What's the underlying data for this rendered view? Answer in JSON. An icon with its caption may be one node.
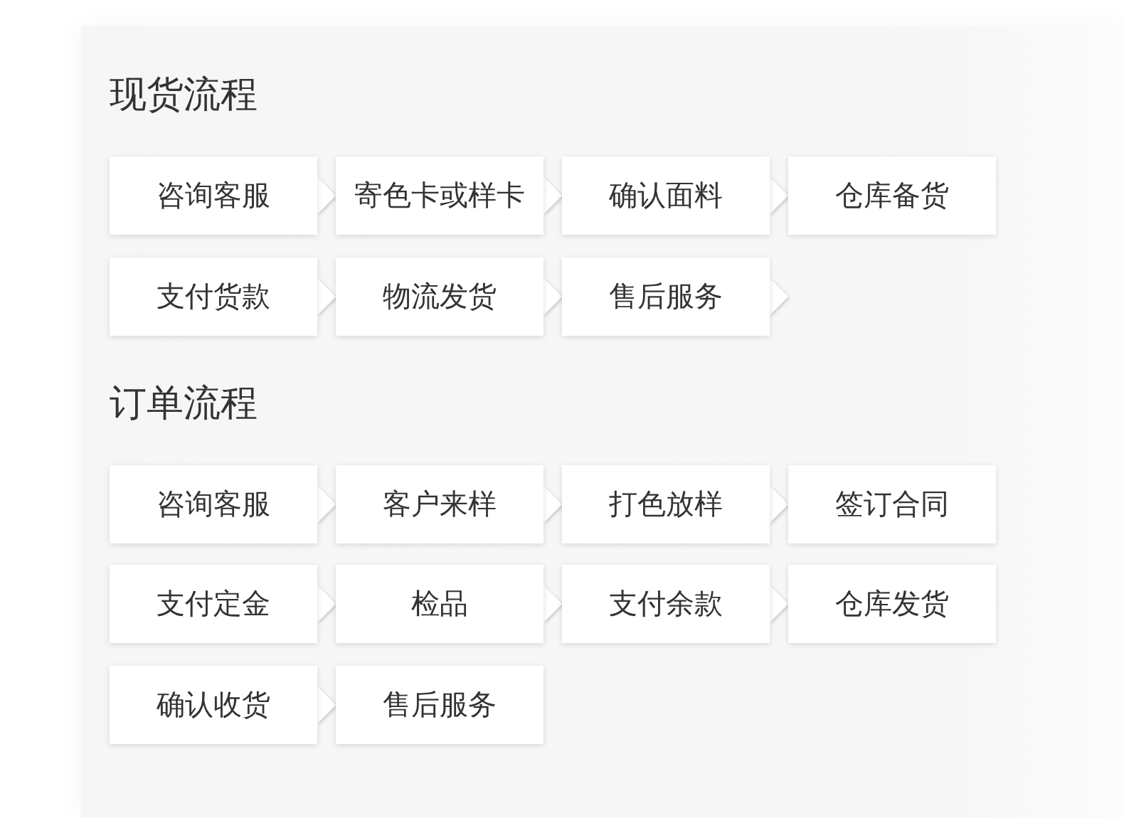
{
  "diagram": {
    "nodes": [
      {
        "text": [
          "咨询客服"
        ]
      },
      {
        "text": [
          "寄色卡或样卡"
        ]
      },
      {
        "text": [
          "确认面料"
        ]
      },
      {
        "text": [
          "仓库备货"
        ]
      },
      {
        "text": [
          "支付货款"
        ]
      },
      {
        "text": [
          "物流发货"
        ]
      },
      {
        "text": [
          "售后服务"
        ]
      },
      {
        "text": [
          "咨询客服"
        ]
      },
      {
        "text": [
          "客户来样"
        ]
      },
      {
        "text": [
          "打色放样"
        ]
      },
      {
        "text": [
          "签订合同"
        ]
      },
      {
        "text": [
          "支付定金"
        ]
      },
      {
        "text": [
          "检品"
        ]
      },
      {
        "text": [
          "支付余款"
        ]
      },
      {
        "text": [
          "仓库发货"
        ]
      },
      {
        "text": [
          "确认收货"
        ]
      },
      {
        "text": [
          "售后服务"
        ]
      }
    ],
    "edges": [
      {
        "from": 0,
        "to": 1,
        "arrow": "to"
      },
      {
        "from": 1,
        "to": 2,
        "arrow": "to"
      },
      {
        "from": 2,
        "to": 3,
        "arrow": "to"
      },
      {
        "from": 4,
        "to": 5,
        "arrow": "to"
      },
      {
        "from": 5,
        "to": 6,
        "arrow": "to"
      },
      {
        "from": 6,
        "to": null,
        "arrow": "to"
      },
      {
        "from": 7,
        "to": 8,
        "arrow": "to"
      },
      {
        "from": 8,
        "to": 9,
        "arrow": "to"
      },
      {
        "from": 9,
        "to": 10,
        "arrow": "to"
      },
      {
        "from": 11,
        "to": 12,
        "arrow": "to"
      },
      {
        "from": 12,
        "to": 13,
        "arrow": "to"
      },
      {
        "from": 13,
        "to": 14,
        "arrow": "to"
      },
      {
        "from": 15,
        "to": 16,
        "arrow": "to"
      }
    ],
    "labels": [
      "现货流程",
      "订单流程"
    ]
  }
}
